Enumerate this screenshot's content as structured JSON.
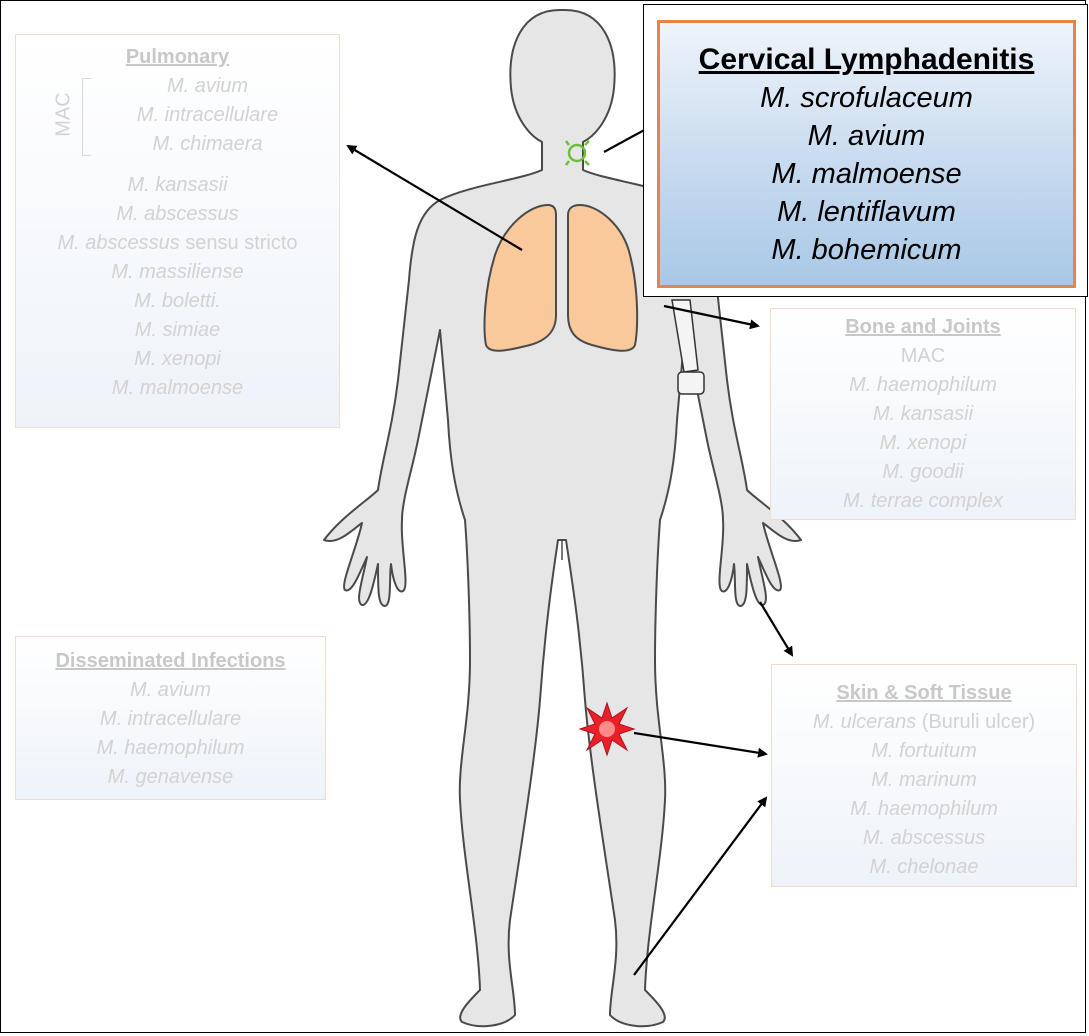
{
  "pulmonary": {
    "title": "Pulmonary",
    "mac_label": "MAC",
    "mac_items": [
      "M. avium",
      "M. intracellulare",
      "M. chimaera"
    ],
    "items": [
      "M. kansasii",
      "M. abscessus",
      "M. massiliense",
      "M. boletti.",
      "M. simiae",
      "M. xenopi",
      "M. malmoense"
    ],
    "abscessus_ss_italic": "M. abscessus",
    "abscessus_ss_plain": " sensu stricto"
  },
  "cervical": {
    "title": "Cervical Lymphadenitis",
    "items": [
      "M. scrofulaceum",
      "M. avium",
      "M. malmoense",
      "M. lentiflavum",
      "M. bohemicum"
    ]
  },
  "bone": {
    "title": "Bone and Joints",
    "mac": "MAC",
    "items": [
      "M. haemophilum",
      "M. kansasii",
      "M. xenopi",
      "M. goodii",
      "M. terrae complex"
    ]
  },
  "disseminated": {
    "title": "Disseminated Infections",
    "items": [
      "M. avium",
      "M. intracellulare",
      "M. haemophilum",
      "M. genavense"
    ]
  },
  "skin": {
    "title": "Skin & Soft Tissue",
    "ulcerans_italic": "M. ulcerans",
    "ulcerans_plain": " (Buruli ulcer)",
    "items": [
      "M. fortuitum",
      "M. marinum",
      "M. haemophilum",
      "M. abscessus",
      "M. chelonae"
    ]
  },
  "colors": {
    "lung_fill": "#f9c89b",
    "body_fill": "#e6e6e6",
    "lesion": "#e8202a",
    "lymph_node": "#6cbf3a",
    "highlight_border": "#e8844a"
  }
}
